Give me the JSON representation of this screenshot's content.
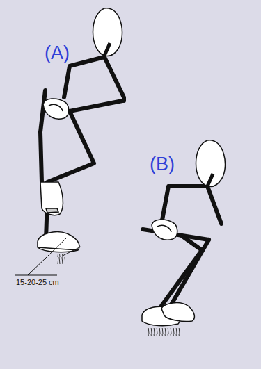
{
  "diagram": {
    "labels": [
      "(A)",
      "(B)",
      "15-20-25 cm"
    ]
  }
}
